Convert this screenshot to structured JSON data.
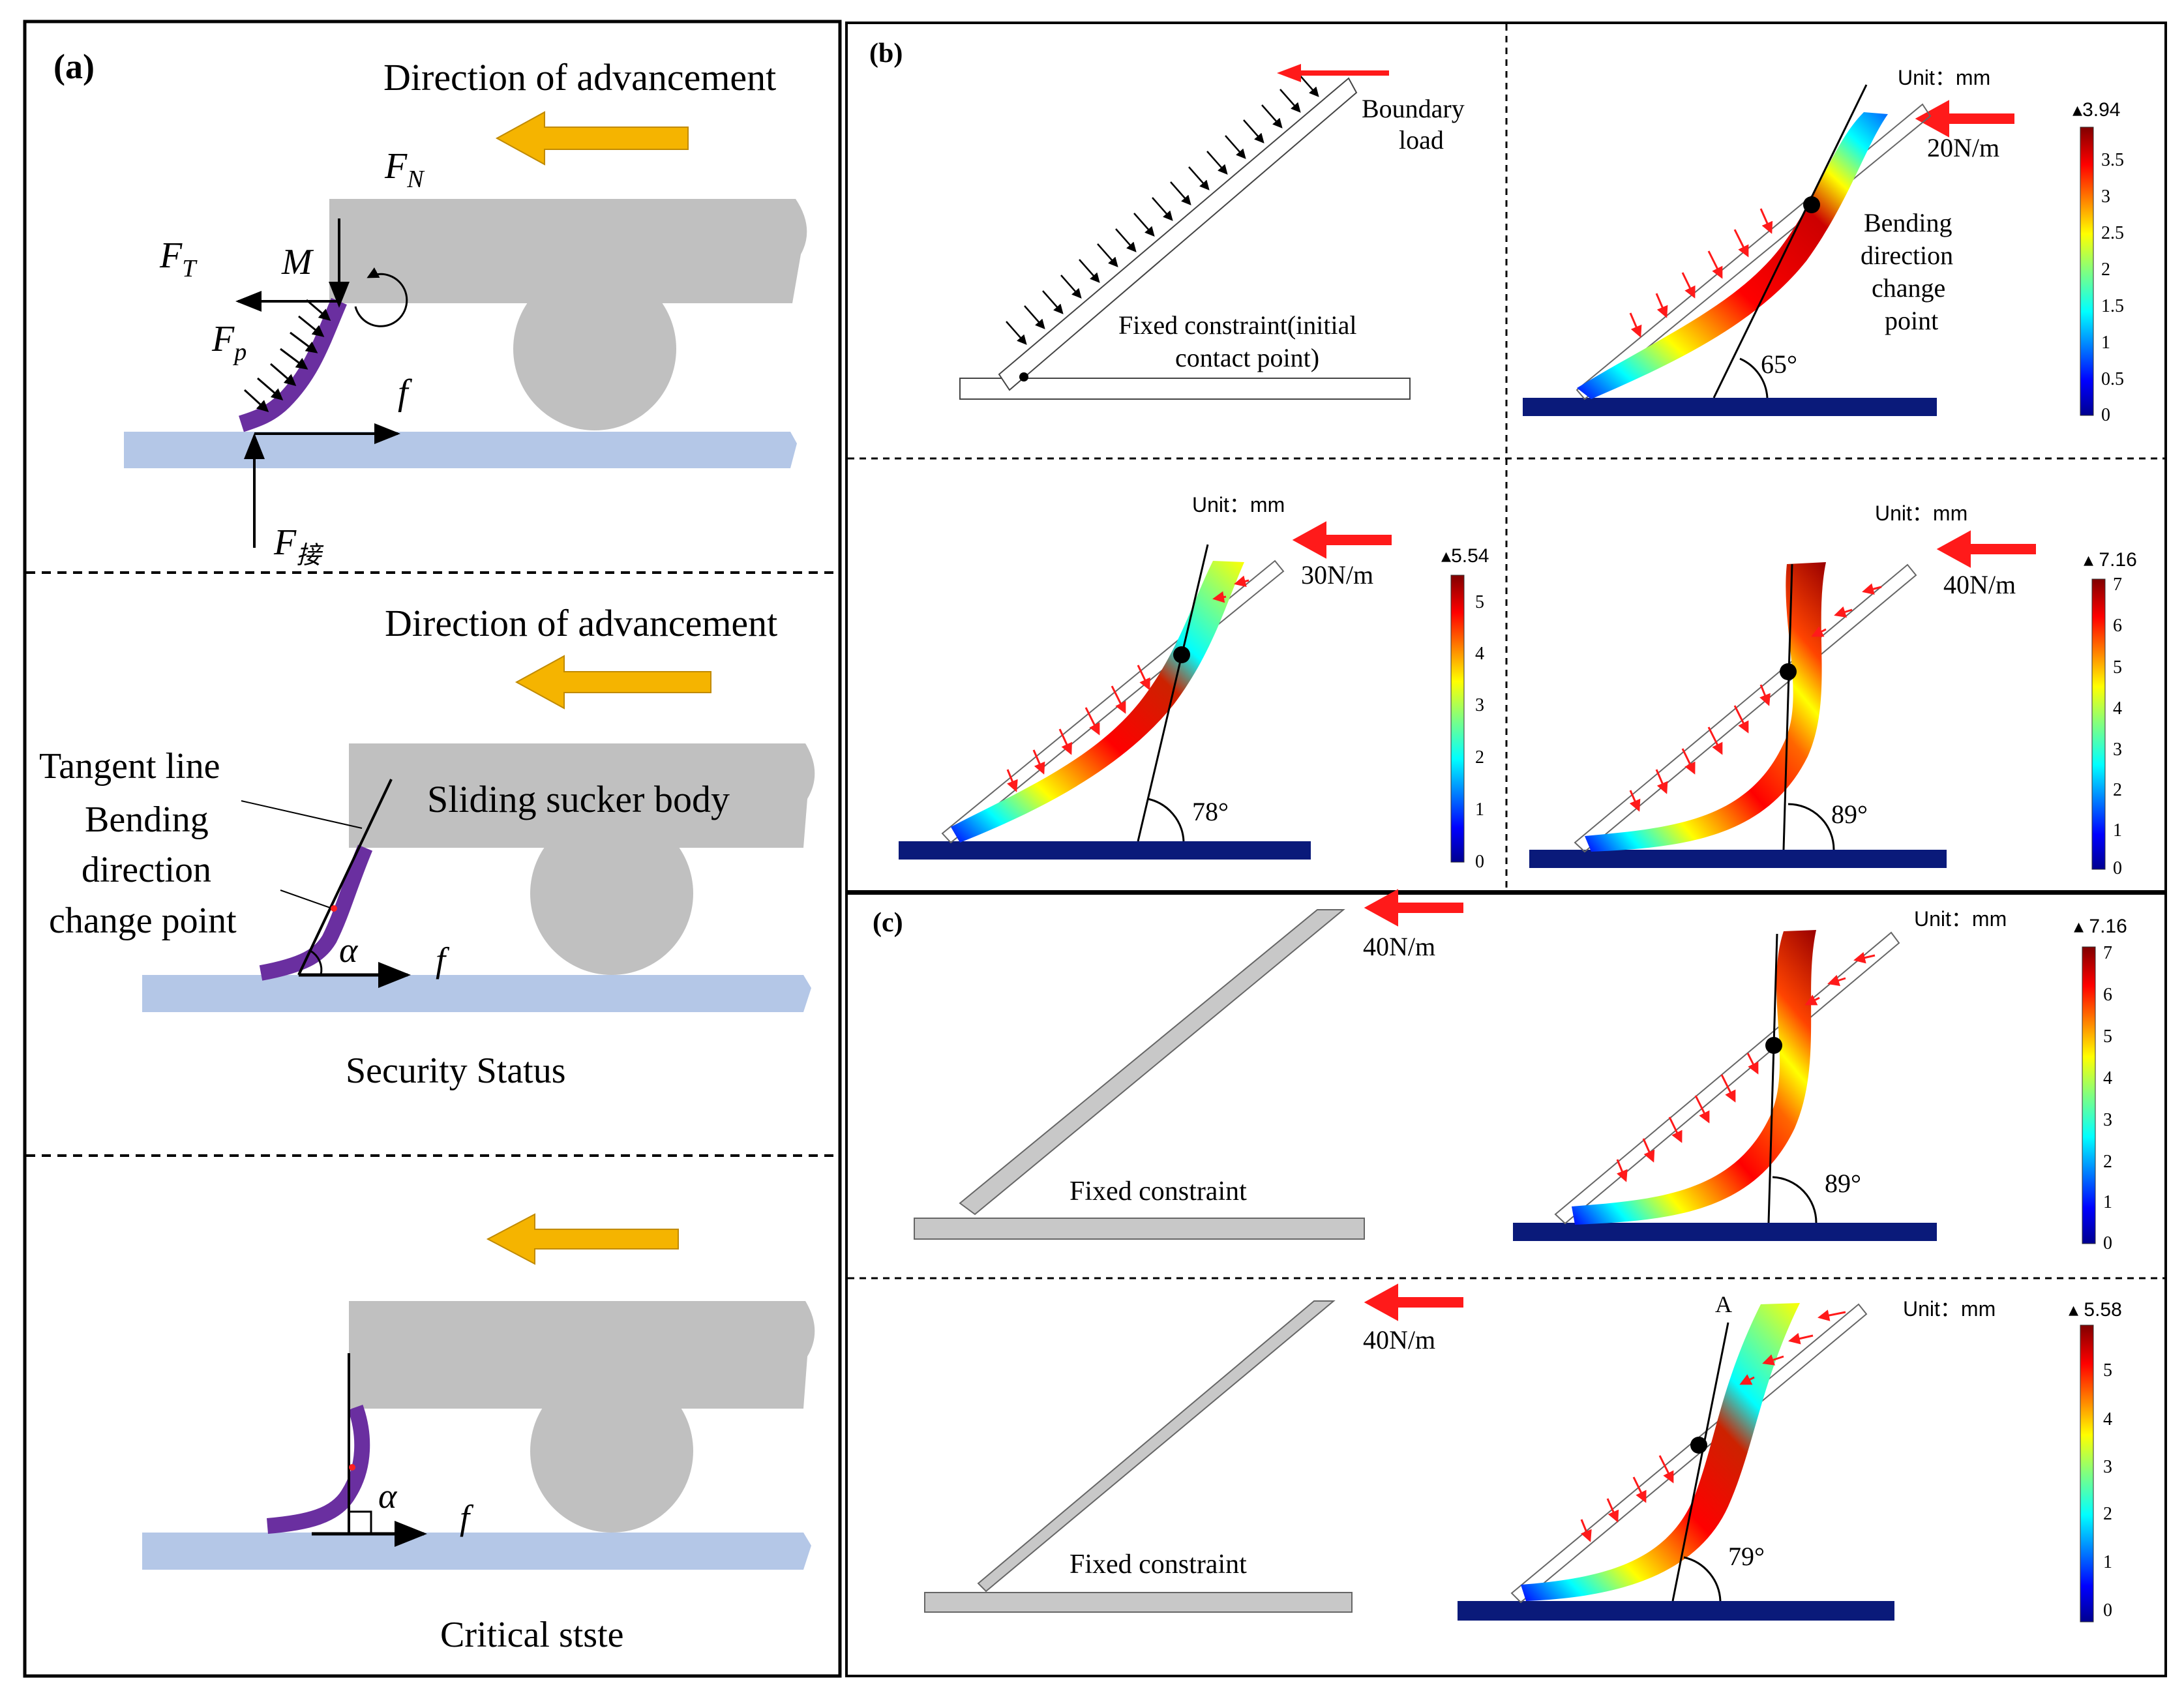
{
  "panel_a": {
    "label": "(a)",
    "direction": "Direction of advancement",
    "FN": "F",
    "FN_sub": "N",
    "FT": "F",
    "FT_sub": "T",
    "M": "M",
    "Fp": "F",
    "Fp_sub": "p",
    "f": "f",
    "Fc": "F",
    "Fc_sub": "接",
    "direction2": "Direction of advancement",
    "tangent": "Tangent line",
    "bend_1": "Bending",
    "bend_2": "direction",
    "bend_3": "change point",
    "body": "Sliding sucker body",
    "alpha": "α",
    "f2": "f",
    "security": "Security Status",
    "alpha3": "α",
    "f3": "f",
    "critical": "Critical stste"
  },
  "panel_b": {
    "label": "(b)",
    "boundary_1": "Boundary",
    "boundary_2": "load",
    "fixed_1": "Fixed constraint(initial",
    "fixed_2": "contact point)",
    "unit": "Unit：mm",
    "load_20": "20N/m",
    "bdc_1": "Bending",
    "bdc_2": "direction",
    "bdc_3": "change",
    "bdc_4": "point",
    "angle_65": "65°",
    "angle_78": "78°",
    "angle_89": "89°",
    "load_30": "30N/m",
    "load_40": "40N/m",
    "cb1_max": "3.94",
    "cb1_ticks": [
      "3.5",
      "3",
      "2.5",
      "2",
      "1.5",
      "1",
      "0.5",
      "0"
    ],
    "cb2_max": "5.54",
    "cb2_ticks": [
      "5",
      "4",
      "3",
      "2",
      "1",
      "0"
    ],
    "cb3_max": "7.16",
    "cb3_ticks": [
      "7",
      "6",
      "5",
      "4",
      "3",
      "2",
      "1",
      "0"
    ]
  },
  "panel_c": {
    "label": "(c)",
    "load_40": "40N/m",
    "fixed": "Fixed constraint",
    "unit": "Unit：mm",
    "angle_89": "89°",
    "angle_79": "79°",
    "A": "A",
    "cb4_max": "7.16",
    "cb4_ticks": [
      "7",
      "6",
      "5",
      "4",
      "3",
      "2",
      "1",
      "0"
    ],
    "cb5_max": "5.58",
    "cb5_ticks": [
      "5",
      "4",
      "3",
      "2",
      "1",
      "0"
    ]
  },
  "colors": {
    "arrow_orange": "#f5b400",
    "arrow_red": "#ff1a1a",
    "body_gray": "#c0c0c0",
    "ground_blue": "#b4c7e7",
    "flap_purple": "#6a2fa0",
    "navy": "#0a1a7a"
  }
}
